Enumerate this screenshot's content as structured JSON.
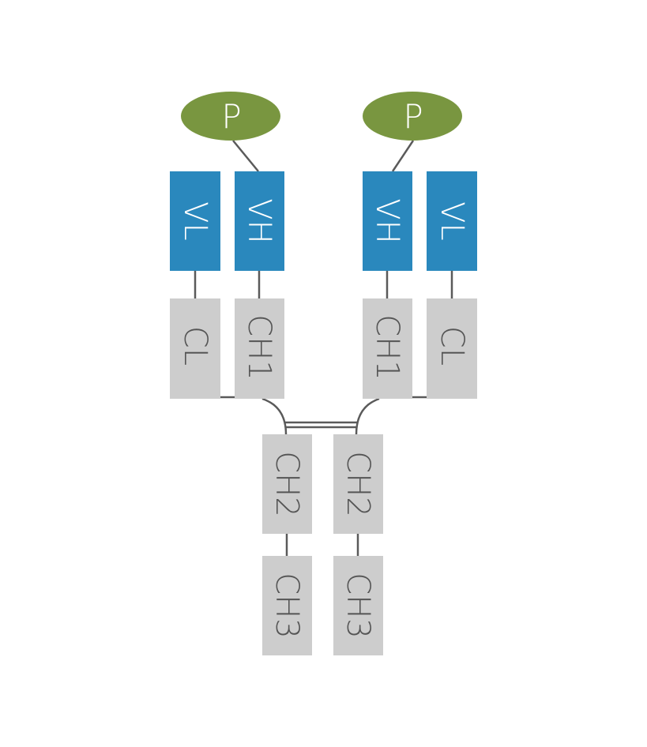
{
  "diagram": {
    "colors": {
      "payload": "#799640",
      "variable": "#2a88bd",
      "constant": "#cdcdcd",
      "line": "#5a5a5a",
      "light_text": "#ffffff",
      "dark_text": "#555555"
    },
    "left_arm": {
      "payload": "P",
      "vl": "VL",
      "vh": "VH",
      "cl": "CL",
      "ch1": "CH1",
      "ch2": "CH2",
      "ch3": "CH3"
    },
    "right_arm": {
      "payload": "P",
      "vl": "VL",
      "vh": "VH",
      "cl": "CL",
      "ch1": "CH1",
      "ch2": "CH2",
      "ch3": "CH3"
    }
  }
}
